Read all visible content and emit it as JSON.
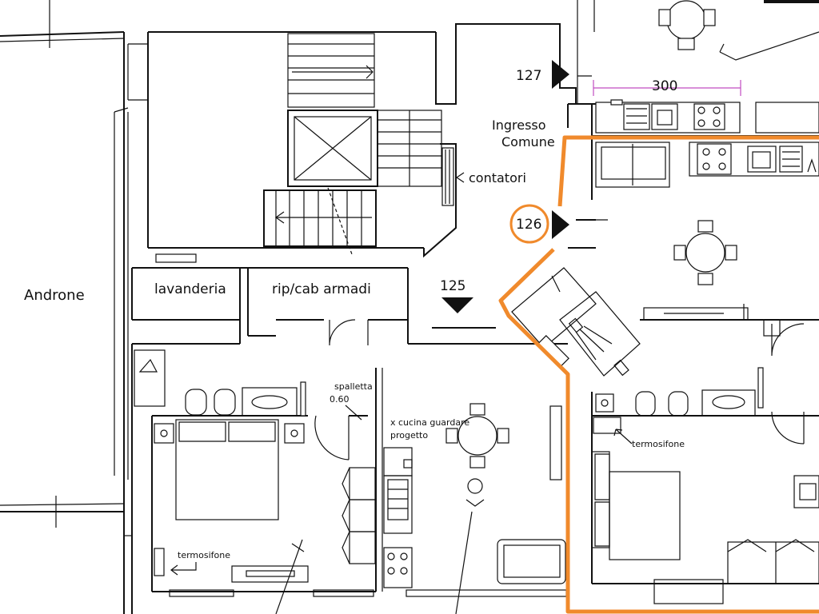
{
  "plan": {
    "labels": {
      "androne": "Androne",
      "lavanderia": "lavanderia",
      "rip_cab": "rip/cab armadi",
      "contatori": "contatori",
      "ingresso_1": "Ingresso",
      "ingresso_2": "Comune",
      "spalletta_1": "spalletta",
      "spalletta_2": "0.60",
      "cucina_1": "x cucina guardare",
      "cucina_2": "progetto",
      "termosifone_left": "termosifone",
      "termosifone_right": "termosifone"
    },
    "units": {
      "u127": "127",
      "u126": "126",
      "u125": "125"
    },
    "dimension": "300",
    "colors": {
      "wall": "#111111",
      "highlight": "#f08a2c",
      "dimension": "#c04cc0"
    },
    "highlighted_unit": "126"
  }
}
